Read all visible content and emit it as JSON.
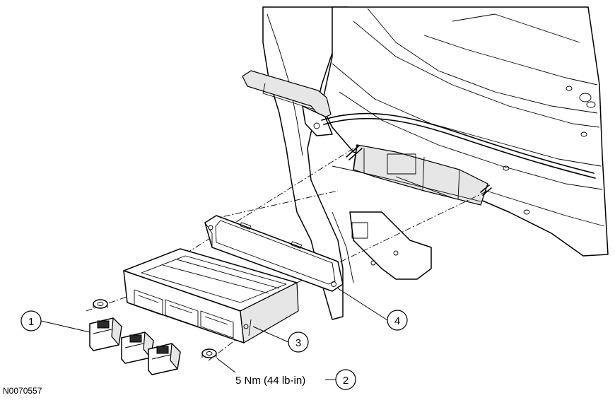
{
  "figure_id": "N0070557",
  "callouts": [
    {
      "id": "callout-1",
      "label": "1"
    },
    {
      "id": "callout-2",
      "label": "2"
    },
    {
      "id": "callout-3",
      "label": "3"
    },
    {
      "id": "callout-4",
      "label": "4"
    }
  ],
  "torque_spec": "5 Nm (44 lb-in)"
}
